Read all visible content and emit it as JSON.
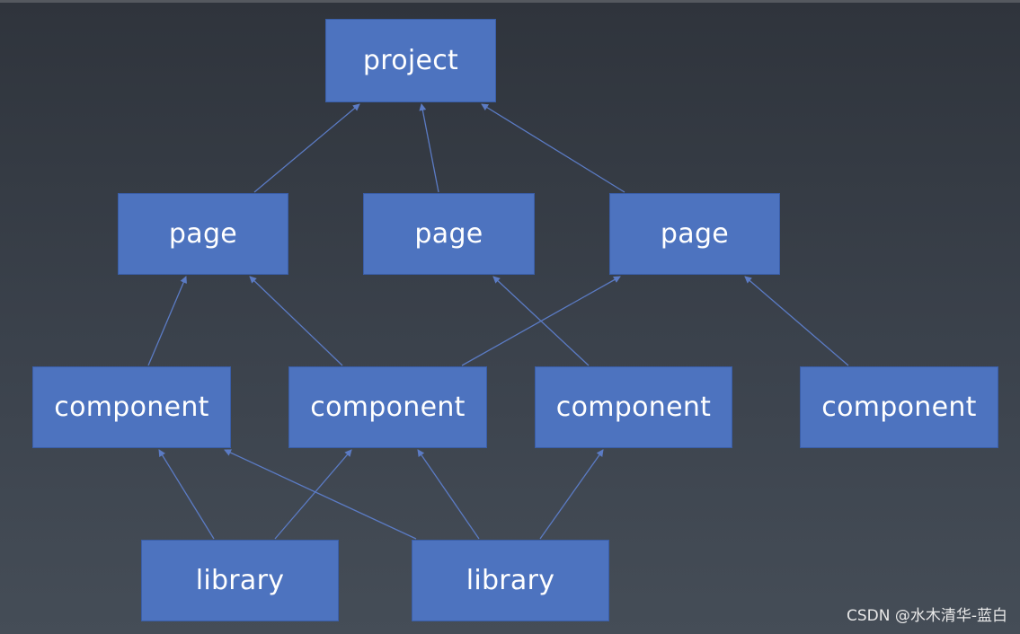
{
  "diagram": {
    "edge_color": "#5b7bc4",
    "node_color": "#4d73bf",
    "nodes": [
      {
        "id": "project",
        "label": "project"
      },
      {
        "id": "page-1",
        "label": "page"
      },
      {
        "id": "page-2",
        "label": "page"
      },
      {
        "id": "page-3",
        "label": "page"
      },
      {
        "id": "component-1",
        "label": "component"
      },
      {
        "id": "component-2",
        "label": "component"
      },
      {
        "id": "component-3",
        "label": "component"
      },
      {
        "id": "component-4",
        "label": "component"
      },
      {
        "id": "library-1",
        "label": "library"
      },
      {
        "id": "library-2",
        "label": "library"
      }
    ],
    "edges": [
      {
        "from": "page-1",
        "to": "project"
      },
      {
        "from": "page-2",
        "to": "project"
      },
      {
        "from": "page-3",
        "to": "project"
      },
      {
        "from": "component-1",
        "to": "page-1"
      },
      {
        "from": "component-2",
        "to": "page-1"
      },
      {
        "from": "component-2",
        "to": "page-3"
      },
      {
        "from": "component-3",
        "to": "page-2"
      },
      {
        "from": "component-4",
        "to": "page-3"
      },
      {
        "from": "library-1",
        "to": "component-1"
      },
      {
        "from": "library-1",
        "to": "component-2"
      },
      {
        "from": "library-2",
        "to": "component-1"
      },
      {
        "from": "library-2",
        "to": "component-2"
      },
      {
        "from": "library-2",
        "to": "component-3"
      }
    ]
  },
  "watermark": "CSDN @水木清华-蓝白"
}
